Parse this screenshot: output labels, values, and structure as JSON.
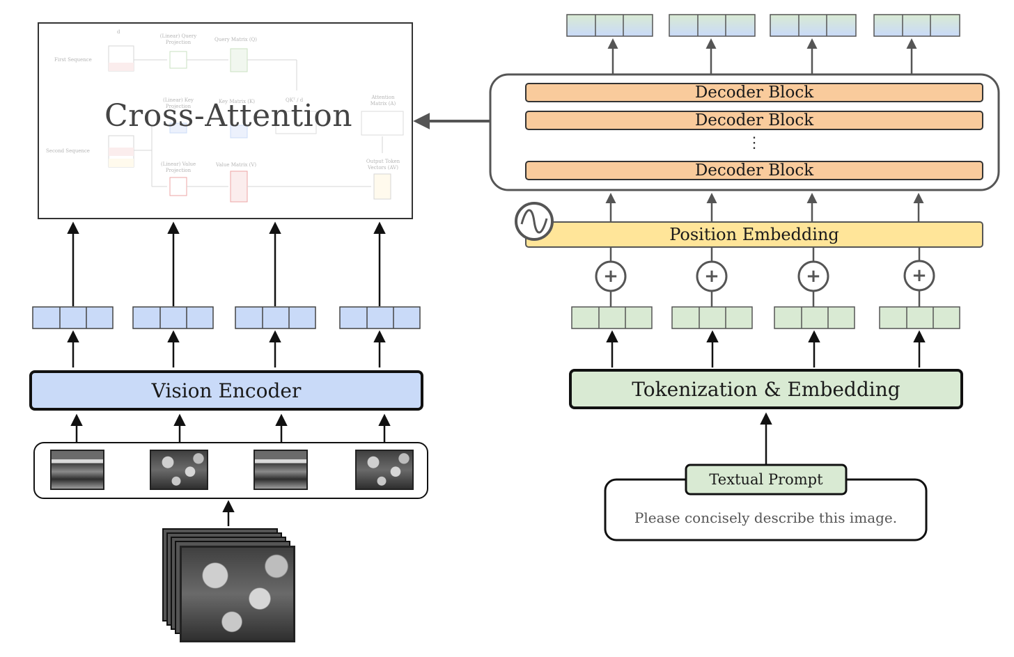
{
  "cross_attention": {
    "title": "Cross-Attention",
    "inner_labels": {
      "d": "d",
      "first_sequence": "First Sequence",
      "second_sequence": "Second Sequence",
      "query_projection": "(Linear) Query Projection",
      "query_matrix": "Query Matrix (Q)",
      "key_projection": "(Linear) Key Projection",
      "key_matrix": "Key Matrix (K)",
      "value_projection": "(Linear) Value Projection",
      "value_matrix": "Value Matrix (V)",
      "qk": "QKᵀ / d",
      "attention_matrix": "Attention Matrix (A)",
      "output": "Output Token Vectors (AV)"
    }
  },
  "vision_encoder": {
    "label": "Vision Encoder"
  },
  "decoder": {
    "blocks": [
      "Decoder Block",
      "Decoder Block",
      "Decoder Block"
    ],
    "ellipsis": "⋮"
  },
  "position_embedding": {
    "label": "Position Embedding",
    "icon": "sine-wave-icon"
  },
  "tokenization": {
    "label": "Tokenization & Embedding"
  },
  "prompt": {
    "tab_label": "Textual Prompt",
    "text": "Please concisely describe this image."
  },
  "plus_symbol": "+",
  "colors": {
    "blue_token": "#c9daf8",
    "green_token": "#d9ead3",
    "decoder_orange": "#f9cb9c",
    "position_yellow": "#ffe599",
    "stroke": "#222222"
  }
}
